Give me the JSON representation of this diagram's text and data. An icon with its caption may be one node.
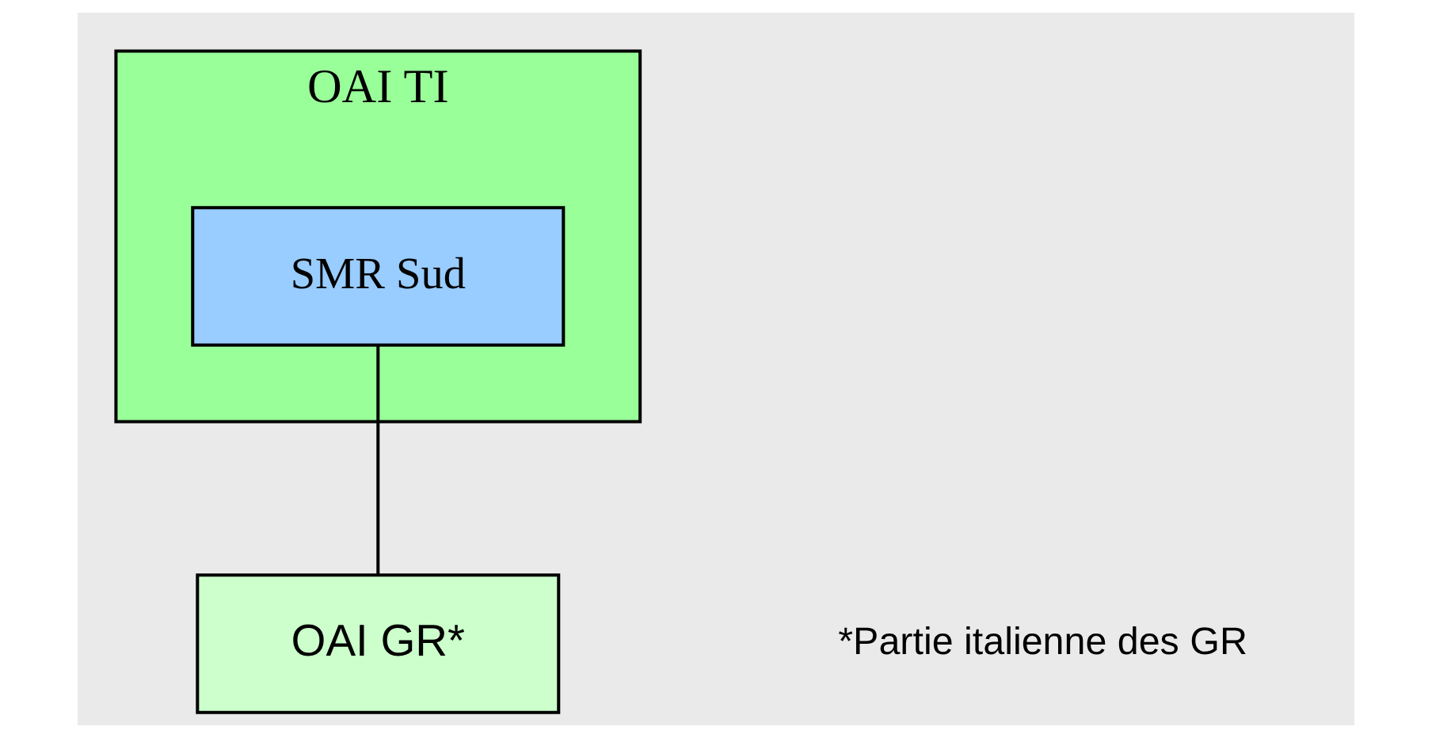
{
  "diagram": {
    "nodes": [
      {
        "text": [
          "OAI TI"
        ]
      },
      {
        "text": [
          "SMR Sud"
        ],
        "in": 0
      },
      {
        "text": [
          "OAI GR*"
        ]
      }
    ],
    "edges": [
      {
        "from": 1,
        "to": 2,
        "arrow": "none"
      }
    ],
    "labels": [
      "*Partie italienne des GR"
    ]
  }
}
